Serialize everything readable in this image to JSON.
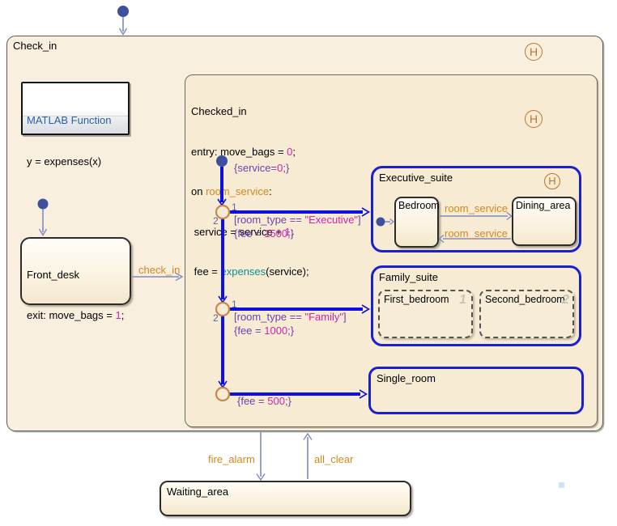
{
  "history": "H",
  "outer": {
    "title": "Check_in"
  },
  "matlab_fn": {
    "title": "MATLAB Function",
    "code": "y = expenses(x)"
  },
  "checked_in": {
    "title": "Checked_in",
    "entry_pre": "entry: move_bags = ",
    "entry_num": "0",
    "entry_post": ";",
    "on_pre": "on ",
    "on_event": "room_service",
    "on_post": ":",
    "svc_pre": " service = service + ",
    "svc_num": "1",
    "svc_post": ";",
    "fee_pre": " fee = ",
    "fee_fn": "expenses",
    "fee_post": "(service);"
  },
  "front_desk": {
    "title": "Front_desk",
    "exit_pre": "exit: move_bags = ",
    "exit_num": "1",
    "exit_post": ";"
  },
  "suites": {
    "executive": {
      "title": "Executive_suite",
      "bedroom": "Bedroom",
      "dining": "Dining_area",
      "event_to_dining": "room_service",
      "event_to_bedroom": "room_service"
    },
    "family": {
      "title": "Family_suite",
      "first": "First_bedroom",
      "second": "Second_bedroom",
      "badge_first": "1",
      "badge_second": "2"
    },
    "single": {
      "title": "Single_room"
    }
  },
  "waiting": {
    "title": "Waiting_area"
  },
  "transitions": {
    "check_in": "check_in",
    "fire_alarm": "fire_alarm",
    "all_clear": "all_clear",
    "service_init": {
      "pre": "{service=",
      "num": "0",
      "post": ";}"
    },
    "exec_cond": {
      "pre": "[room_type == ",
      "str": "\"Executive\"",
      "post": "]"
    },
    "exec_act": {
      "pre": "{fee = ",
      "num": "1500",
      "post": ";}"
    },
    "fam_cond": {
      "pre": "[room_type == ",
      "str": "\"Family\"",
      "post": "]"
    },
    "fam_act": {
      "pre": "{fee = ",
      "num": "1000",
      "post": ";}"
    },
    "single_act": {
      "pre": "{fee = ",
      "num": "500",
      "post": ";}"
    },
    "jn_first": "1",
    "jn_second": "2"
  },
  "colors": {
    "thick_transition": "#0b11e3",
    "thin_transition": "#8089c0",
    "suite_border": "#1a1fd1",
    "junction_border": "#c8854d",
    "history_orange": "#bf7328",
    "event_orange": "#d2881e",
    "condition_purple": "#6e3fae",
    "literal_magenta": "#d522ad",
    "function_teal": "#0d8f8f",
    "state_fill": "#f7ebd4",
    "outer_fill": "#f9efde",
    "default_dot": "#3e4f9e"
  }
}
